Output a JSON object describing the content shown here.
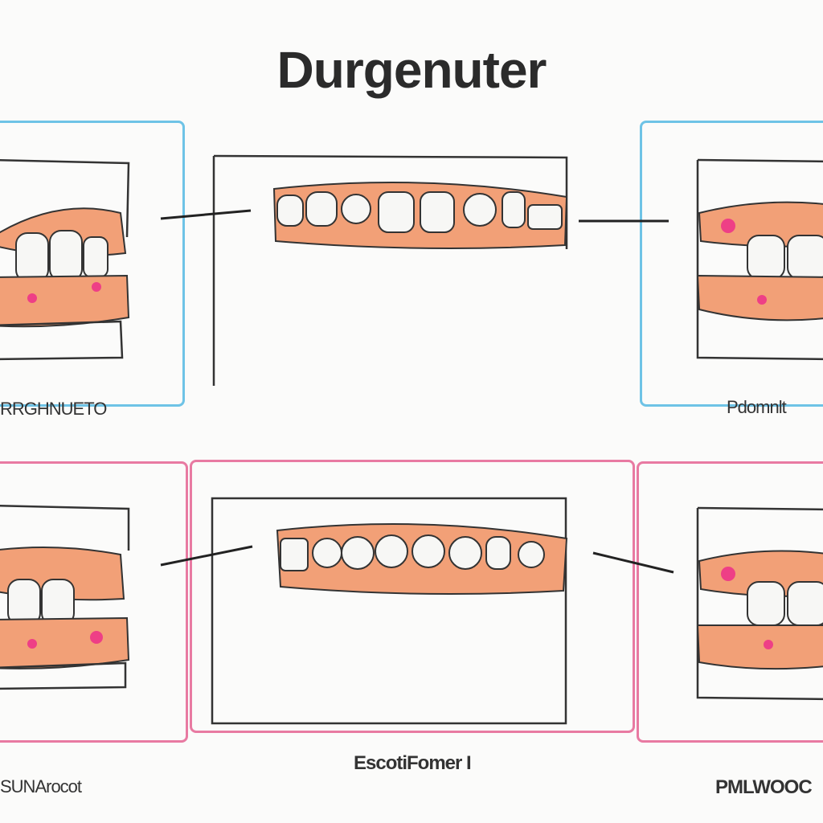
{
  "title": "Durgenuter",
  "captions": {
    "top_left": "RRGHNUETO",
    "top_right": "Pdomnlt",
    "bottom_center": "EscotiFomer I",
    "bottom_left": "SUNArocot",
    "bottom_right": "PMLWOOC"
  },
  "colors": {
    "gum": "#f2a077",
    "gum_dark": "#e8865a",
    "tooth": "#f7f7f5",
    "marker": "#ee3f86",
    "blue_frame": "#6ec3e6",
    "pink_frame": "#e87aa2",
    "ink": "#2b2b2b"
  }
}
